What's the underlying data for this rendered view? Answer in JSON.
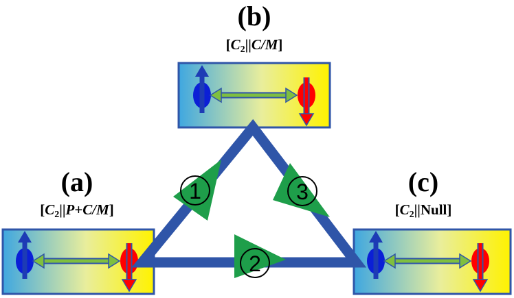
{
  "panels": [
    {
      "id": "a",
      "letter": "(a)",
      "label": {
        "open": "[",
        "sym": "C",
        "sub": "2",
        "sep": "||",
        "rest": "P+C/M",
        "close": "]"
      }
    },
    {
      "id": "b",
      "letter": "(b)",
      "label": {
        "open": "[",
        "sym": "C",
        "sub": "2",
        "sep": "||",
        "rest": "C/M",
        "close": "]"
      }
    },
    {
      "id": "c",
      "letter": "(c)",
      "label": {
        "open": "[",
        "sym": "C",
        "sub": "2",
        "sep": "||",
        "rest": "Null",
        "close": "]"
      }
    }
  ],
  "steps": [
    "1",
    "2",
    "3"
  ],
  "colors": {
    "triangle": "#2f55a8",
    "box_border": "#2f55a8",
    "gradient_start": "#3fa7e0",
    "gradient_end": "#fff200",
    "spin_up": "#0b1fd6",
    "spin_down": "#ff0000",
    "coupling_arrow": "#7fbf3f",
    "step_arrow": "#1e9e4a",
    "step_circle": "#000000"
  }
}
